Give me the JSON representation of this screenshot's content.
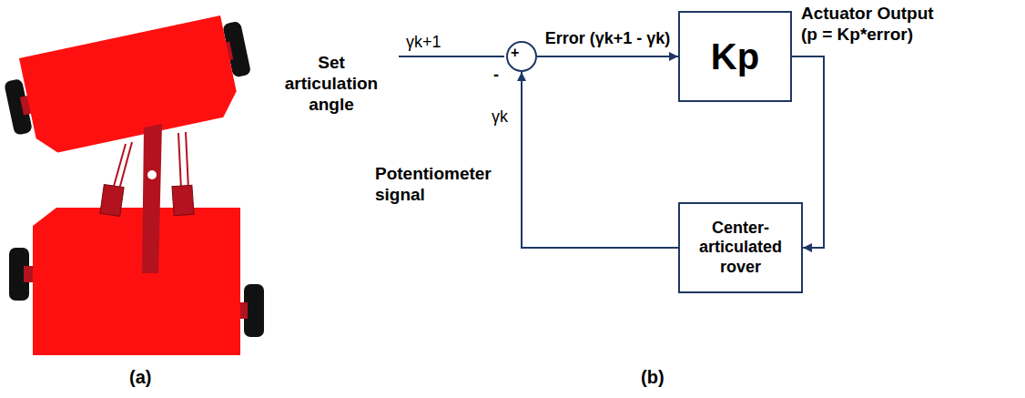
{
  "diagram": {
    "nodes": [
      {
        "text": [
          "+",
          "-"
        ]
      },
      {
        "text": [
          "Kp"
        ]
      },
      {
        "text": [
          "Center-articulated rover"
        ]
      }
    ],
    "edges": [
      {
        "from": 0,
        "to": 1,
        "arrow": "to",
        "label": "Error (γk+1 - γk)"
      },
      {
        "from": 1,
        "to": 2,
        "arrow": "to"
      },
      {
        "from": 2,
        "to": 0,
        "arrow": "to"
      }
    ],
    "labels": [
      "γk+1",
      "Set articulation angle",
      "Actuator Output (p = Kp*error)",
      "γk",
      "Potentiometer signal",
      "(a)",
      "(b)"
    ]
  }
}
